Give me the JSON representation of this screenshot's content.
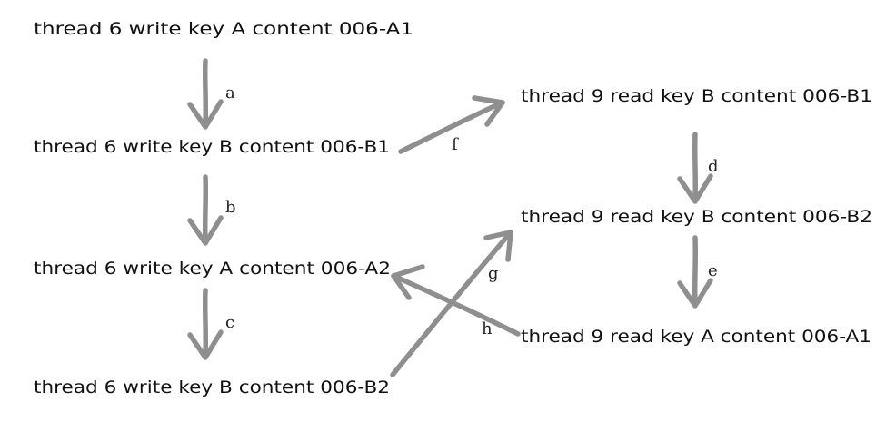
{
  "arrow_color": "#8f8f8f",
  "text_color": "#111111",
  "nodes": {
    "t6_w_A1": "thread 6 write key A content 006-A1",
    "t6_w_B1": "thread 6 write key B content 006-B1",
    "t6_w_A2": "thread 6 write key A content 006-A2",
    "t6_w_B2": "thread 6 write key B content 006-B2",
    "t9_r_B1": "thread 9 read key B content 006-B1",
    "t9_r_B2": "thread 9 read key B content 006-B2",
    "t9_r_A1": "thread 9 read key A content 006-A1"
  },
  "edges": [
    {
      "label": "a",
      "from": "t6_w_A1",
      "to": "t6_w_B1"
    },
    {
      "label": "b",
      "from": "t6_w_B1",
      "to": "t6_w_A2"
    },
    {
      "label": "c",
      "from": "t6_w_A2",
      "to": "t6_w_B2"
    },
    {
      "label": "d",
      "from": "t9_r_B1",
      "to": "t9_r_B2"
    },
    {
      "label": "e",
      "from": "t9_r_B2",
      "to": "t9_r_A1"
    },
    {
      "label": "f",
      "from": "t6_w_B1",
      "to": "t9_r_B1"
    },
    {
      "label": "g",
      "from": "t6_w_B2",
      "to": "t9_r_B2"
    },
    {
      "label": "h",
      "from": "t9_r_A1",
      "to": "t6_w_A2"
    }
  ]
}
